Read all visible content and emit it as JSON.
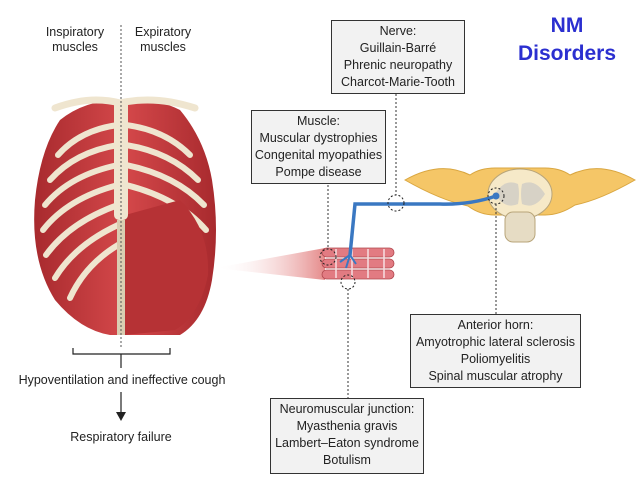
{
  "title": {
    "line1": "NM",
    "line2": "Disorders"
  },
  "chest_labels": {
    "inspiratory": [
      "Inspiratory",
      "muscles"
    ],
    "expiratory": [
      "Expiratory",
      "muscles"
    ]
  },
  "flow": {
    "step1": "Hypoventilation and ineffective cough",
    "step2": "Respiratory failure"
  },
  "boxes": {
    "nerve": {
      "heading": "Nerve:",
      "items": [
        "Guillain-Barré",
        "Phrenic neuropathy",
        "Charcot-Marie-Tooth"
      ]
    },
    "muscle": {
      "heading": "Muscle:",
      "items": [
        "Muscular dystrophies",
        "Congenital myopathies",
        "Pompe disease"
      ]
    },
    "anterior_horn": {
      "heading": "Anterior horn:",
      "items": [
        "Amyotrophic lateral sclerosis",
        "Poliomyelitis",
        "Spinal muscular atrophy"
      ]
    },
    "nmj": {
      "heading": "Neuromuscular junction:",
      "items": [
        "Myasthenia gravis",
        "Lambert–Eaton syndrome",
        "Botulism"
      ]
    }
  },
  "colors": {
    "title": "#2b2fd0",
    "muscle": "#c9383a",
    "bone": "#efe5cf",
    "nerve": "#3a78c2",
    "cord": "#f5c667"
  }
}
